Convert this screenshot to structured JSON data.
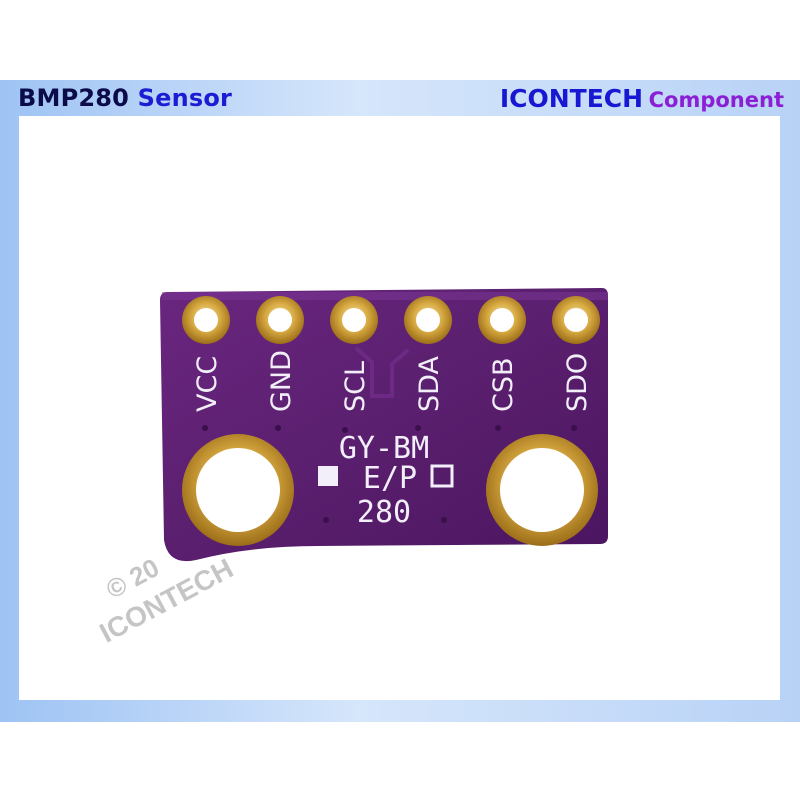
{
  "header": {
    "product_part1": "BMP280",
    "product_part2": "Sensor",
    "brand": "ICONTECH",
    "brand_suffix": "Component"
  },
  "board": {
    "pins": [
      "VCC",
      "GND",
      "SCL",
      "SDA",
      "CSB",
      "SDO"
    ],
    "silkscreen": {
      "line1": "GY-BM",
      "line2": "E/P",
      "line3": "280"
    },
    "color": "#5a1f6e"
  },
  "watermark": {
    "line1": "© 20",
    "line2": "ICONTECH"
  }
}
